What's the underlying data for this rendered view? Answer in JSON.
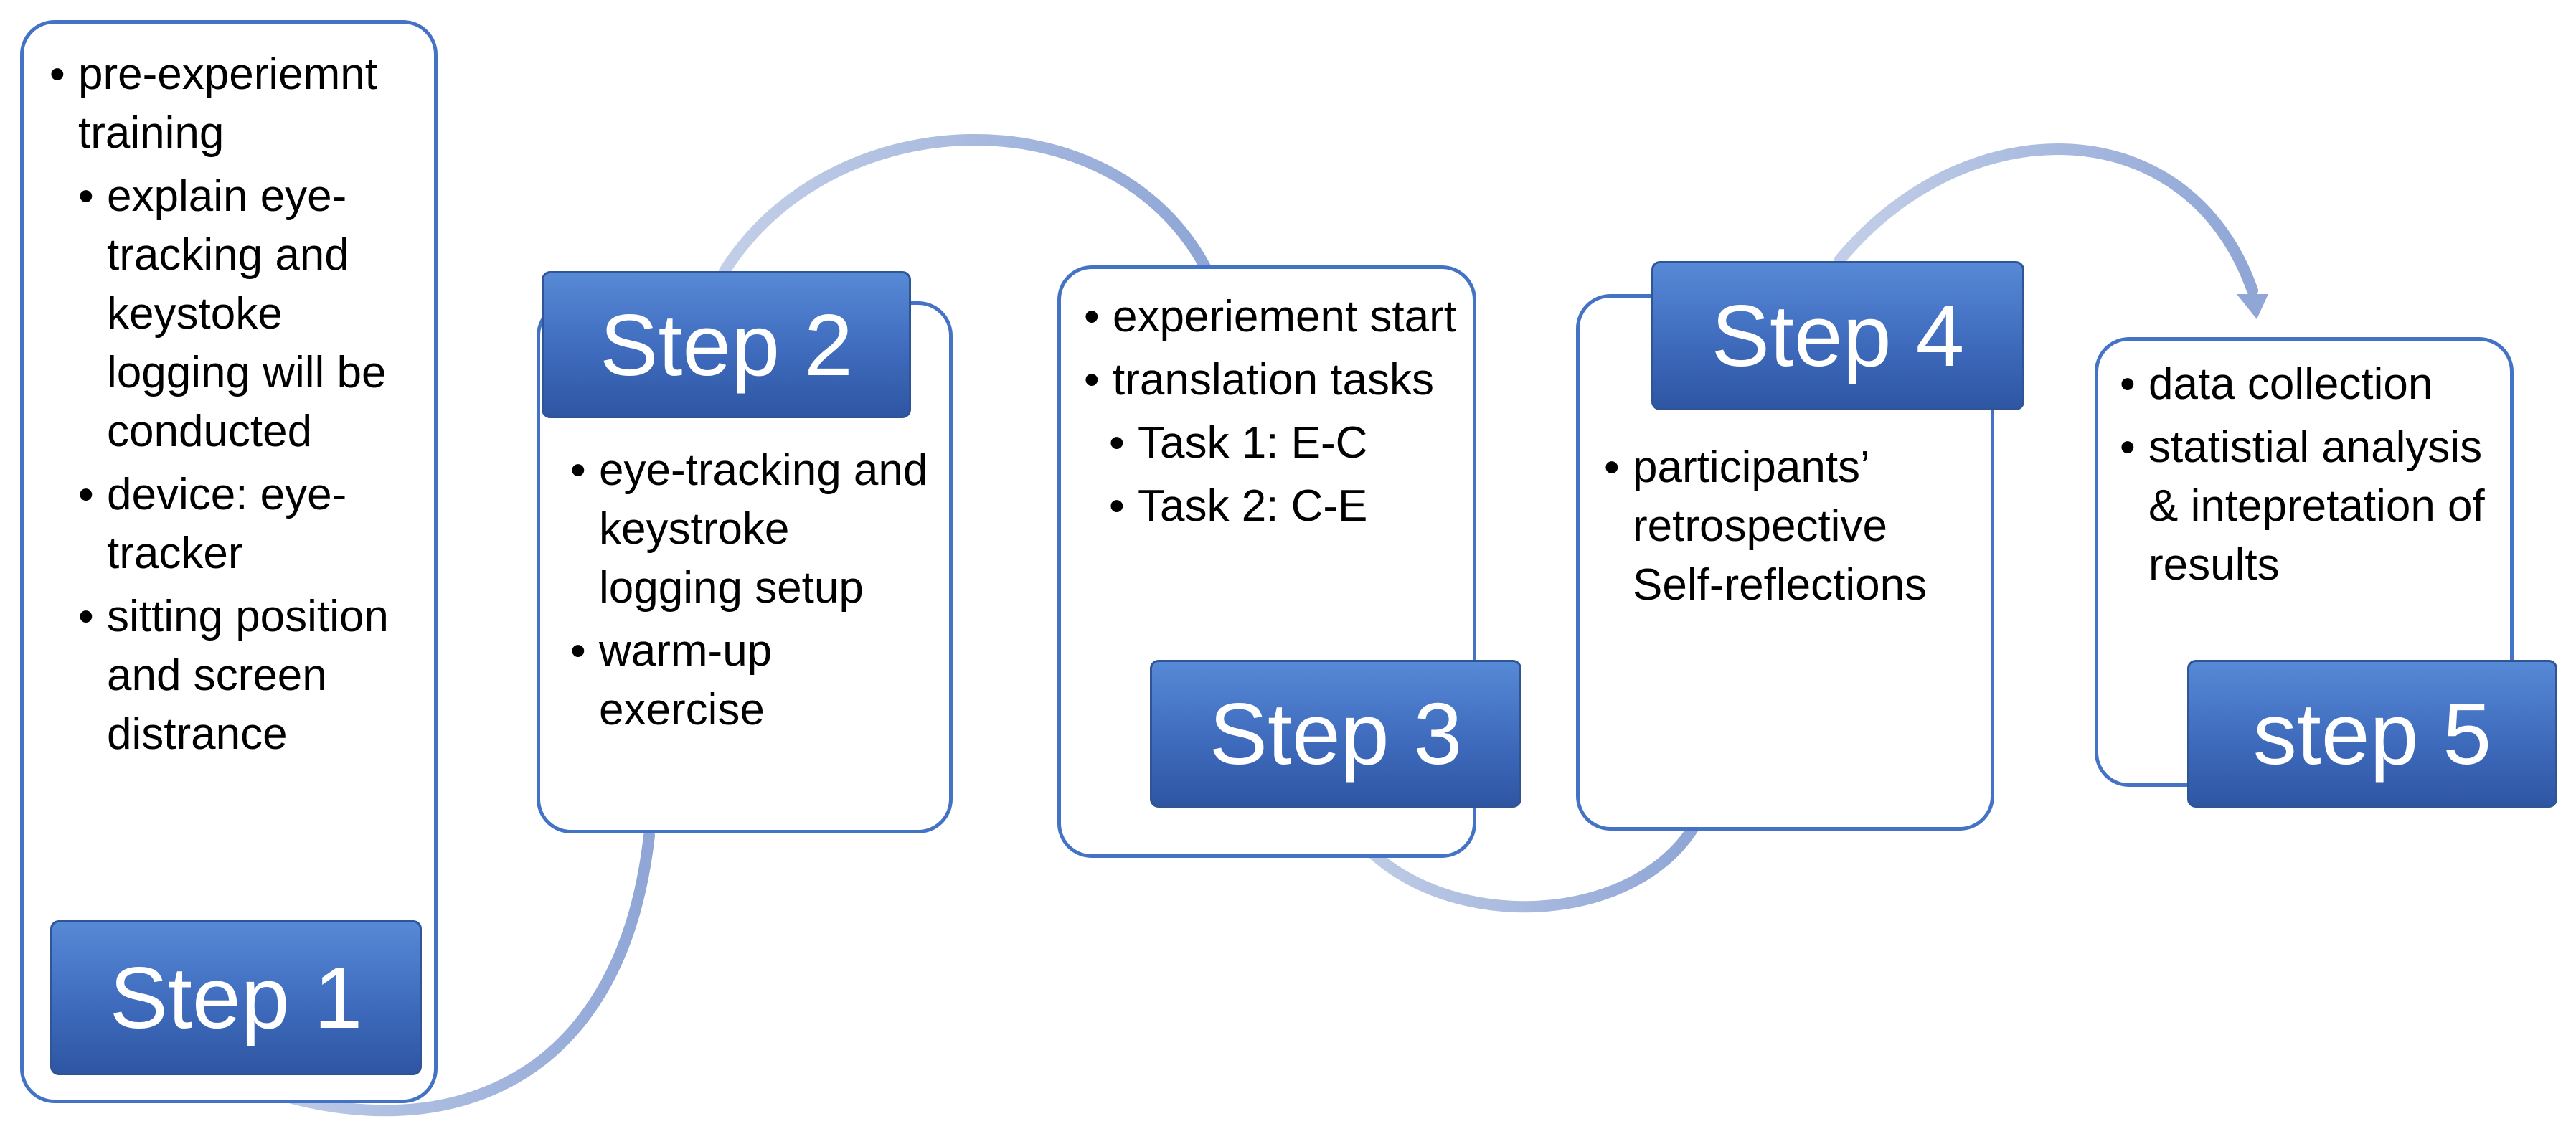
{
  "diagram": {
    "colors": {
      "label_fill_top": "#5689d6",
      "label_fill_bottom": "#2e56a3",
      "card_border": "#4472c4",
      "connector": "#a9b9dd",
      "label_text": "#ffffff"
    },
    "steps": [
      {
        "label": "Step 1",
        "items": [
          {
            "text": "pre-experiemnt training",
            "level": 0
          },
          {
            "text": " explain eye-tracking and keystoke logging will be conducted",
            "level": 1
          },
          {
            "text": "device: eye-tracker",
            "level": 1
          },
          {
            "text": "sitting position and screen distrance",
            "level": 1
          }
        ]
      },
      {
        "label": "Step 2",
        "items": [
          {
            "text": "eye-tracking and keystroke logging setup",
            "level": 0
          },
          {
            "text": "warm-up exercise",
            "level": 0
          }
        ]
      },
      {
        "label": "Step 3",
        "items": [
          {
            "text": "experiement start",
            "level": 0
          },
          {
            "text": "translation tasks",
            "level": 0
          },
          {
            "text": "Task 1: E-C",
            "level": 1
          },
          {
            "text": "Task 2: C-E",
            "level": 1
          }
        ]
      },
      {
        "label": "Step 4",
        "items": [
          {
            "text": "participants’ retrospective Self-reflections",
            "level": 0
          }
        ]
      },
      {
        "label": "step 5",
        "items": [
          {
            "text": "data collection",
            "level": 0
          },
          {
            "text": "statistial analysis & intepretation of results",
            "level": 0
          }
        ]
      }
    ]
  }
}
